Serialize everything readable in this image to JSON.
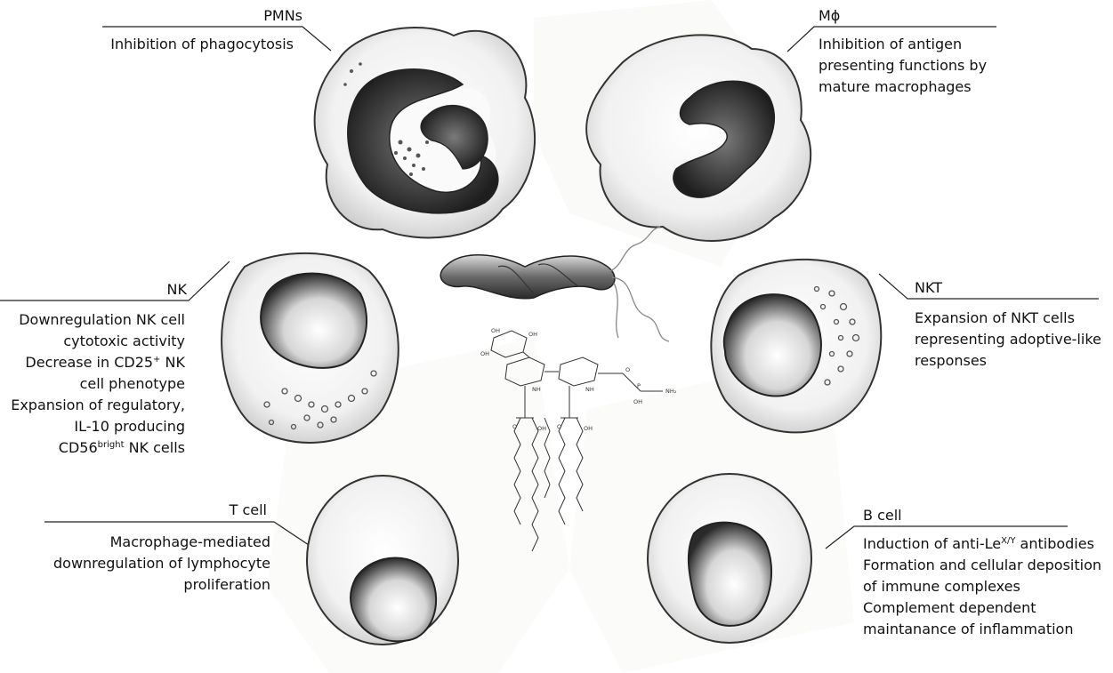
{
  "cells": {
    "pmn": {
      "title": "PMNs",
      "lines": [
        "Inhibition of phagocytosis"
      ]
    },
    "macrophage": {
      "title": "Mϕ",
      "lines": [
        "Inhibition of antigen",
        "presenting functions by",
        "mature macrophages"
      ]
    },
    "nk": {
      "title": "NK",
      "lines": [
        "Downregulation NK cell",
        "cytotoxic activity",
        "Decrease in CD25",
        "NK",
        "cell phenotype",
        "Expansion of regulatory,",
        "IL-10 producing",
        "CD56",
        "bright",
        "NK cells"
      ],
      "sup_plus": "+"
    },
    "nkt": {
      "title": "NKT",
      "lines": [
        "Expansion of NKT cells",
        "representing adoptive-like",
        "responses"
      ]
    },
    "tcell": {
      "title": "T cell",
      "lines": [
        "Macrophage-mediated",
        "downregulation of lymphocyte",
        "proliferation"
      ]
    },
    "bcell": {
      "title": "B cell",
      "lines": [
        "Induction of anti-Le",
        "X/Y",
        "antibodies",
        "Formation and cellular deposition",
        "of immune complexes",
        "Complement dependent",
        "maintanance of inflammation"
      ]
    }
  },
  "structure_labels": {
    "oh": "OH",
    "nh": "NH",
    "nh2": "NH₂",
    "o": "O",
    "p": "P"
  },
  "colors": {
    "ink": "#111111",
    "cell_fill": "#f3f3f3",
    "nucleus": "#3a3a3a"
  }
}
